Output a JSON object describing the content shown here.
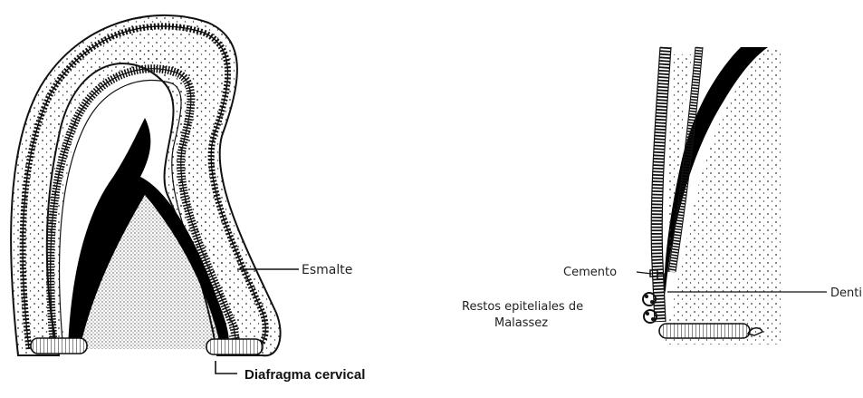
{
  "labels": {
    "esmalte": "Esmalte",
    "diafragma": "Diafragma cervical",
    "cemento": "Cemento",
    "dentina": "Dentina",
    "restos_line1": "Restos epiteliales de",
    "restos_line2": "Malassez"
  },
  "colors": {
    "ink": "#111111",
    "paper": "#ffffff"
  }
}
